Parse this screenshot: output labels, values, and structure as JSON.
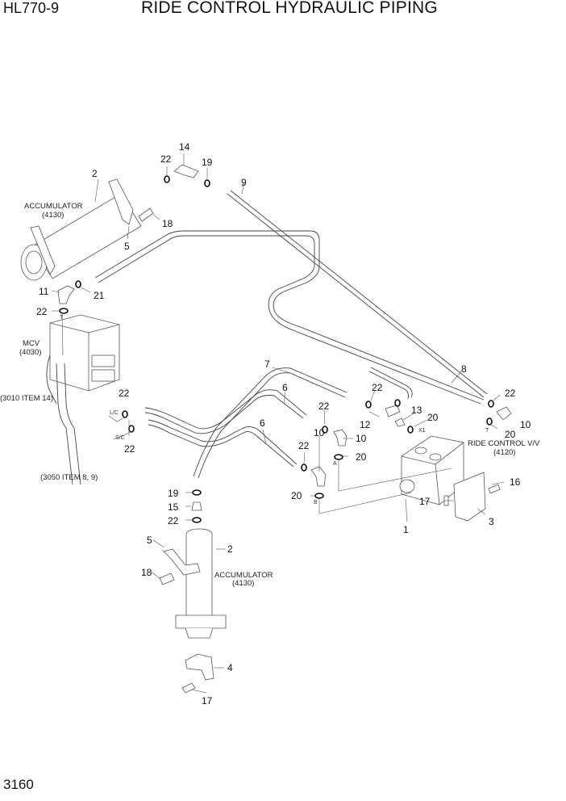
{
  "header": {
    "model": "HL770-9",
    "title": "RIDE CONTROL HYDRAULIC PIPING"
  },
  "footer": {
    "page_number": "3160"
  },
  "captions": {
    "accumulator_top": [
      "ACCUMULATOR",
      "(4130)"
    ],
    "accumulator_bottom": [
      "ACCUMULATOR",
      "(4130)"
    ],
    "mcv": [
      "MCV",
      "(4030)"
    ],
    "ride_control_valve": [
      "RIDE CONTROL V/V",
      "(4120)"
    ],
    "ref_3010": "(3010 ITEM 14)",
    "ref_3050": "(3050 ITEM 8, 9)"
  },
  "ports": {
    "T_mcv": "T",
    "LC": "L/C",
    "SC": "S/C",
    "A": "A",
    "B": "B",
    "X1": "X1",
    "T_valve": "T"
  },
  "callouts": [
    {
      "id": "c2a",
      "label": "2"
    },
    {
      "id": "c22a",
      "label": "22"
    },
    {
      "id": "c14",
      "label": "14"
    },
    {
      "id": "c19a",
      "label": "19"
    },
    {
      "id": "c9",
      "label": "9"
    },
    {
      "id": "c18a",
      "label": "18"
    },
    {
      "id": "c5a",
      "label": "5"
    },
    {
      "id": "c11",
      "label": "11"
    },
    {
      "id": "c21",
      "label": "21"
    },
    {
      "id": "c22b",
      "label": "22"
    },
    {
      "id": "c7",
      "label": "7"
    },
    {
      "id": "c8",
      "label": "8"
    },
    {
      "id": "c22c",
      "label": "22"
    },
    {
      "id": "c22d",
      "label": "22"
    },
    {
      "id": "c6a",
      "label": "6"
    },
    {
      "id": "c22e",
      "label": "22"
    },
    {
      "id": "c22f",
      "label": "22"
    },
    {
      "id": "c13",
      "label": "13"
    },
    {
      "id": "c20a",
      "label": "20"
    },
    {
      "id": "c12",
      "label": "12"
    },
    {
      "id": "c10a",
      "label": "10"
    },
    {
      "id": "c22g",
      "label": "22"
    },
    {
      "id": "c10b",
      "label": "10"
    },
    {
      "id": "c20b",
      "label": "20"
    },
    {
      "id": "c10c",
      "label": "10"
    },
    {
      "id": "c6b",
      "label": "6"
    },
    {
      "id": "c22h",
      "label": "22"
    },
    {
      "id": "c20c",
      "label": "20"
    },
    {
      "id": "c20d",
      "label": "20"
    },
    {
      "id": "c19b",
      "label": "19"
    },
    {
      "id": "c15",
      "label": "15"
    },
    {
      "id": "c22i",
      "label": "22"
    },
    {
      "id": "c16",
      "label": "16"
    },
    {
      "id": "c17a",
      "label": "17"
    },
    {
      "id": "c3",
      "label": "3"
    },
    {
      "id": "c1",
      "label": "1"
    },
    {
      "id": "c5b",
      "label": "5"
    },
    {
      "id": "c2b",
      "label": "2"
    },
    {
      "id": "c18b",
      "label": "18"
    },
    {
      "id": "c4",
      "label": "4"
    },
    {
      "id": "c17b",
      "label": "17"
    }
  ]
}
